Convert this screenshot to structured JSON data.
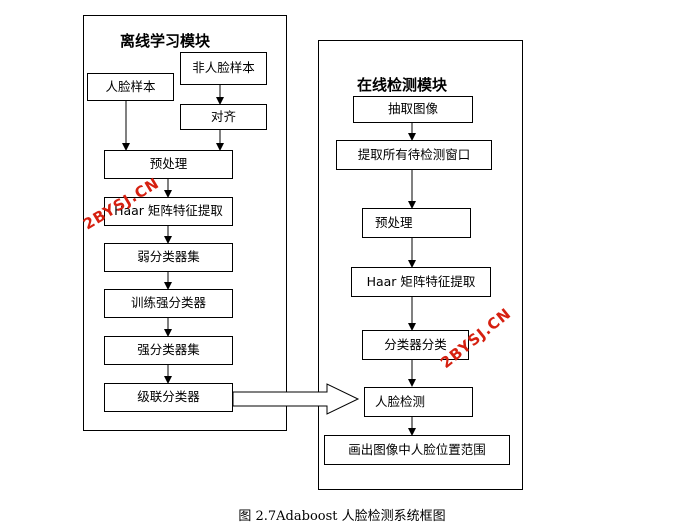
{
  "left_module": {
    "title": "离线学习模块",
    "face_samples": "人脸样本",
    "nonface_samples": "非人脸样本",
    "align": "对齐",
    "preprocess": "预处理",
    "haar": "Haar 矩阵特征提取",
    "weak_set": "弱分类器集",
    "train_strong": "训练强分类器",
    "strong_set": "强分类器集",
    "cascade": "级联分类器"
  },
  "right_module": {
    "title": "在线检测模块",
    "extract_image": "抽取图像",
    "extract_windows": "提取所有待检测窗口",
    "preprocess": "预处理",
    "haar": "Haar 矩阵特征提取",
    "classifier": "分类器分类",
    "face_detect": "人脸检测",
    "draw_range": "画出图像中人脸位置范围"
  },
  "watermarks": [
    "2BYSJ.CN",
    "2BYSJ.CN"
  ],
  "caption": "图 2.7Adaboost 人脸检测系统框图"
}
